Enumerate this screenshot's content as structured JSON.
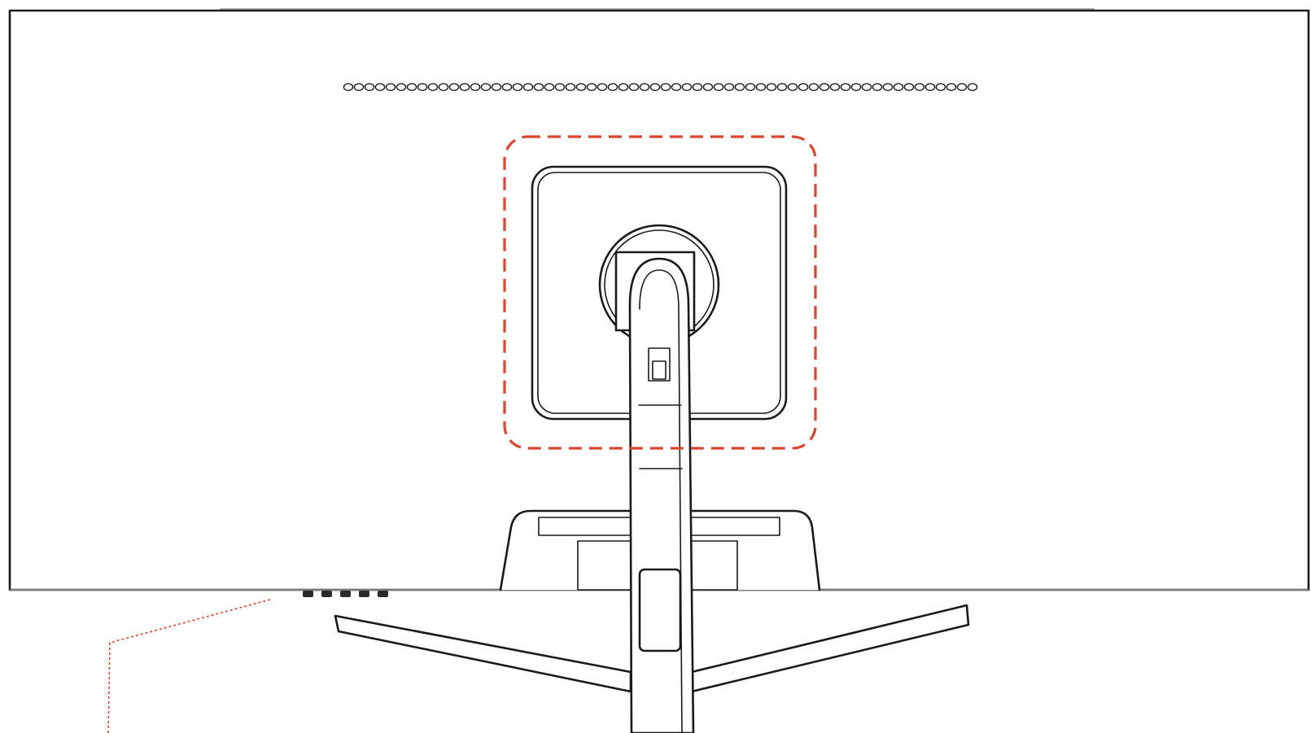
{
  "diagram": {
    "subject": "curved-monitor-rear-view-line-drawing",
    "callouts": [
      {
        "name": "vesa-mount-area",
        "style": "dashed",
        "color": "#d9452f"
      },
      {
        "name": "control-buttons-leader",
        "style": "dotted",
        "color": "#d9452f"
      }
    ],
    "button_count": 5,
    "vent_dot_count": 60
  }
}
